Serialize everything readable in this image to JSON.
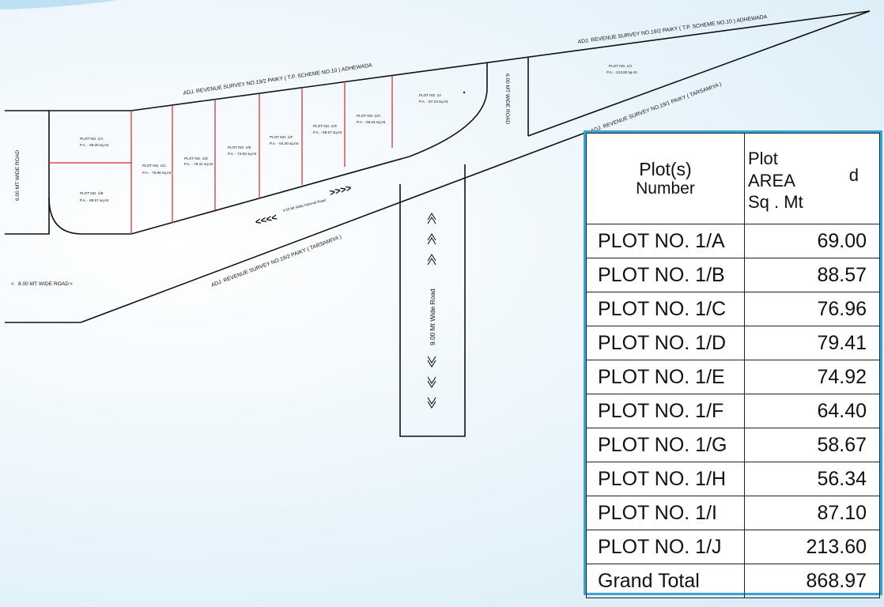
{
  "plan": {
    "roads": {
      "left_road": "6.00 MT WIDE ROAD",
      "bottom_left_road": "8.00 MT WIDE ROAD",
      "top_right_road": "6.00 MT WIDE ROAD",
      "vertical_road": "9.00 Mt Wide Road",
      "internal_road": "4.50 Mt Wide Internal Road"
    },
    "survey_labels": {
      "top_middle": "ADJ. REVENUE SURVEY NO.19/2 PAIKY ( T.P. SCHEME NO.10 ) ADHEWADA",
      "top_right": "ADJ. REVENUE SURVEY NO.19/2 PAIKY ( T.P. SCHEME NO.10 ) ADHEWADA",
      "right_lower": "ADJ. REVENUE SURVEY NO.19/1 PAIKY ( TARSAMIYA )",
      "bottom_middle": "ADJ. REVENUE SURVEY NO.19/2 PAIKY ( TARSAMIYA )"
    },
    "plot_labels": [
      {
        "name": "PLOT NO. 1/A",
        "area": "P.A. - 69.00 sq.mt"
      },
      {
        "name": "PLOT NO. 1/B",
        "area": "P.A. - 88.57 sq.mt"
      },
      {
        "name": "PLOT NO. 1/C",
        "area": "P.A. - 76.96 sq.mt"
      },
      {
        "name": "PLOT NO. 1/D",
        "area": "P.A. - 79.41 sq.mt"
      },
      {
        "name": "PLOT NO. 1/E",
        "area": "P.A. - 74.92 sq.mt"
      },
      {
        "name": "PLOT NO. 1/F",
        "area": "P.A. - 64.40 sq.mt"
      },
      {
        "name": "PLOT NO. 1/G",
        "area": "P.A. - 58.67 sq.mt"
      },
      {
        "name": "PLOT NO. 1/H",
        "area": "P.A. - 56.34 sq.mt"
      },
      {
        "name": "PLOT NO. 1/I",
        "area": "P.A. - 87.10 sq.mt"
      },
      {
        "name": "PLOT NO. 1/J",
        "area": "P.A. - 213.60 sq.mt"
      }
    ]
  },
  "table": {
    "header_number_1": "Plot(s)",
    "header_number_2": "Number",
    "header_area_1": "Plot",
    "header_area_2": "AREA",
    "header_area_3": "Sq . Mt",
    "header_area_stray": "d",
    "rows": [
      {
        "plot": "PLOT NO. 1/A",
        "area": "69.00"
      },
      {
        "plot": "PLOT NO. 1/B",
        "area": "88.57"
      },
      {
        "plot": "PLOT NO. 1/C",
        "area": "76.96"
      },
      {
        "plot": "PLOT NO. 1/D",
        "area": "79.41"
      },
      {
        "plot": "PLOT NO. 1/E",
        "area": "74.92"
      },
      {
        "plot": "PLOT NO. 1/F",
        "area": "64.40"
      },
      {
        "plot": "PLOT NO. 1/G",
        "area": "58.67"
      },
      {
        "plot": "PLOT NO. 1/H",
        "area": "56.34"
      },
      {
        "plot": "PLOT NO. 1/I",
        "area": "87.10"
      },
      {
        "plot": "PLOT NO. 1/J",
        "area": "213.60"
      }
    ],
    "total_label": "Grand Total",
    "total_value": "868.97"
  }
}
